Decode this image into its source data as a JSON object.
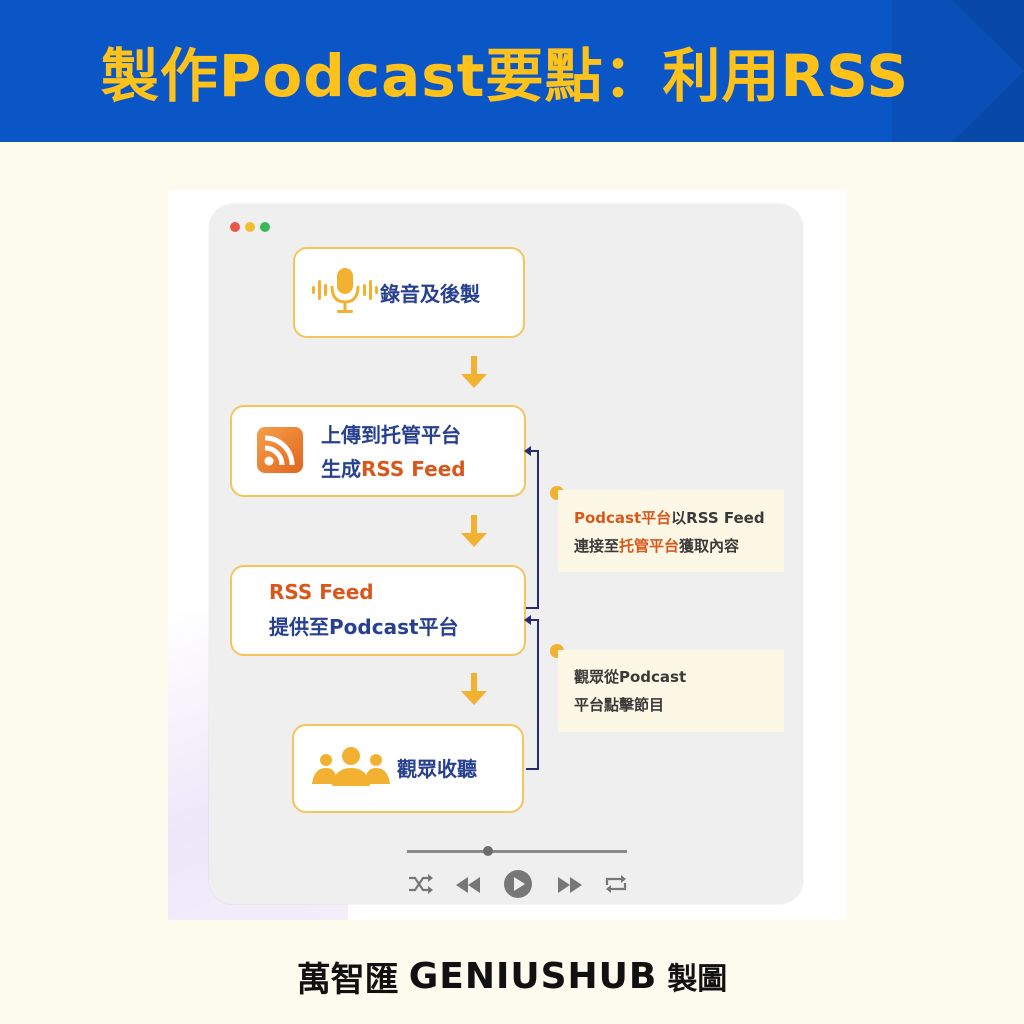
{
  "header": {
    "title": "製作Podcast要點：利用RSS"
  },
  "flow": {
    "step1": "錄音及後製",
    "step2_line1": "上傳到托管平台",
    "step2_line2_prefix": "生成",
    "step2_line2_rss": "RSS  Feed",
    "step3_line1": "RSS  Feed",
    "step3_line2": "提供至Podcast平台",
    "step4": "觀眾收聽"
  },
  "notes": {
    "note1_line1_prefix": "Podcast平台",
    "note1_line1_suffix": "以RSS  Feed",
    "note1_line2_prefix": "連接至",
    "note1_line2_highlight": "托管平台",
    "note1_line2_suffix": "獲取內容",
    "note2_line1": "觀眾從Podcast",
    "note2_line2": "平台點擊節目"
  },
  "player": {
    "progress": 0.37
  },
  "footer": {
    "brand_zh": "萬智匯",
    "brand_en": "GENIUSHUB",
    "suffix": "製圖"
  },
  "colors": {
    "banner": "#0a56c6",
    "title": "#ffc21a",
    "accent": "#f3b132",
    "text_blue": "#27408f",
    "text_orange": "#d8581b",
    "connector": "#2a2a6e"
  },
  "icons": [
    "microphone-icon",
    "rss-icon",
    "audience-icon",
    "shuffle-icon",
    "rewind-icon",
    "play-icon",
    "fast-forward-icon",
    "repeat-icon"
  ]
}
